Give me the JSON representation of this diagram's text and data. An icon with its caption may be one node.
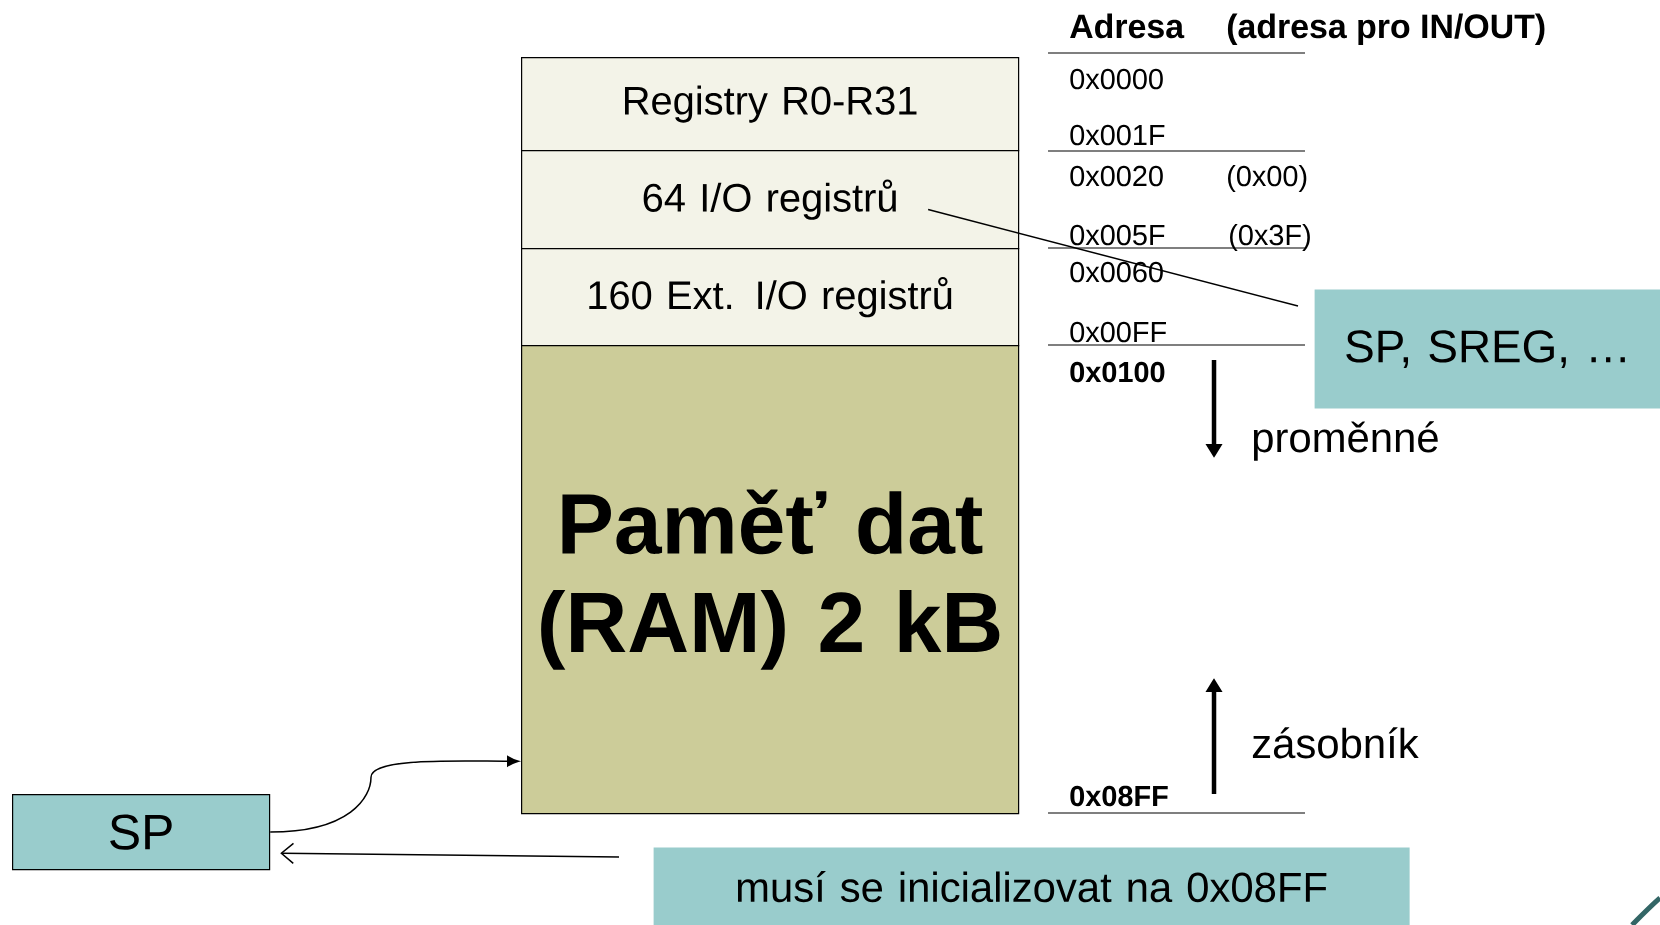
{
  "diagram": {
    "nodes": [
      {
        "text": [
          "Registry R0-R31"
        ]
      },
      {
        "text": [
          "64 I/O registrů"
        ]
      },
      {
        "text": [
          "160 Ext. I/O registrů"
        ]
      },
      {
        "text": [
          "Paměť dat (RAM) 2 kB"
        ]
      },
      {
        "text": [
          "SP, SREG, …"
        ]
      },
      {
        "text": [
          "SP"
        ]
      },
      {
        "text": [
          "musí se inicializovat na 0x08FF"
        ]
      }
    ],
    "edges": [
      {
        "from": 1,
        "to": 4,
        "arrow": "none"
      },
      {
        "from": 5,
        "to": 3,
        "arrow": "to"
      },
      {
        "from": 6,
        "to": 5,
        "arrow": "to"
      }
    ],
    "labels": [
      "Adresa",
      "(adresa pro IN/OUT)",
      "0x0000",
      "0x001F",
      "0x0020",
      "(0x00)",
      "0x005F",
      "(0x3F)",
      "0x0060",
      "0x00FF",
      "0x0100",
      "proměnné",
      "zásobník",
      "0x08FF"
    ]
  }
}
